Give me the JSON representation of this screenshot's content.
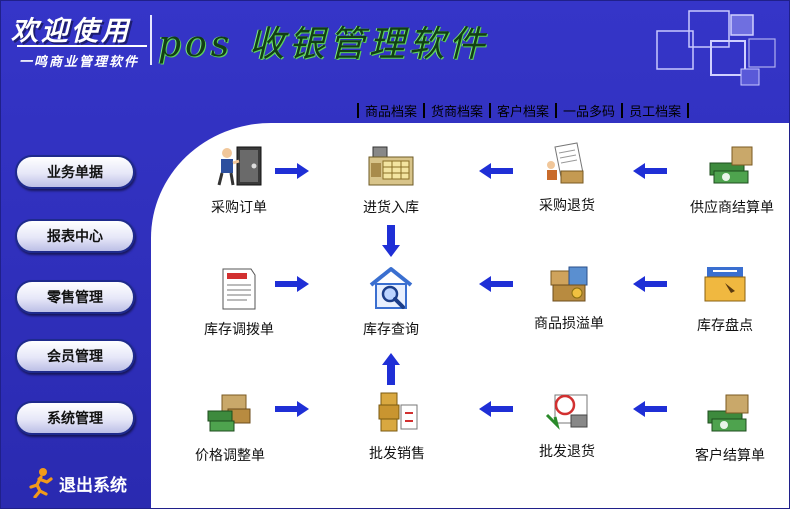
{
  "brand": {
    "welcome": "欢迎使用",
    "subtitle": "一鸣商业管理软件"
  },
  "app_title": "pos 收银管理软件",
  "top_nav": {
    "items": [
      "商品档案",
      "货商档案",
      "客户档案",
      "一品多码",
      "员工档案"
    ]
  },
  "sidebar": {
    "buttons": [
      "业务单据",
      "报表中心",
      "零售管理",
      "会员管理",
      "系统管理"
    ],
    "exit_label": "退出系统"
  },
  "flow": {
    "nodes": {
      "purchase_order": "采购订单",
      "stock_in": "进货入库",
      "purchase_return": "采购退货",
      "supplier_settlement": "供应商结算单",
      "stock_transfer": "库存调拨单",
      "stock_query": "库存查询",
      "damage_overflow": "商品损溢单",
      "stock_count": "库存盘点",
      "price_adjustment": "价格调整单",
      "wholesale": "批发销售",
      "wholesale_return": "批发退货",
      "customer_settlement": "客户结算单"
    }
  },
  "colors": {
    "background_blue": "#2a2ab4",
    "arrow_blue": "#1f2fd6",
    "title_green": "#123f14"
  },
  "icons": {
    "purchase_order": "safe-person-icon",
    "stock_in": "cash-register-icon",
    "purchase_return": "person-document-icon",
    "supplier_settlement": "money-stack-icon",
    "stock_transfer": "document-icon",
    "stock_query": "house-magnifier-icon",
    "damage_overflow": "boxes-icon",
    "stock_count": "folder-icon",
    "price_adjustment": "money-boxes-icon",
    "wholesale": "boxes-exchange-icon",
    "wholesale_return": "return-stamp-icon",
    "customer_settlement": "money-stack-icon"
  }
}
